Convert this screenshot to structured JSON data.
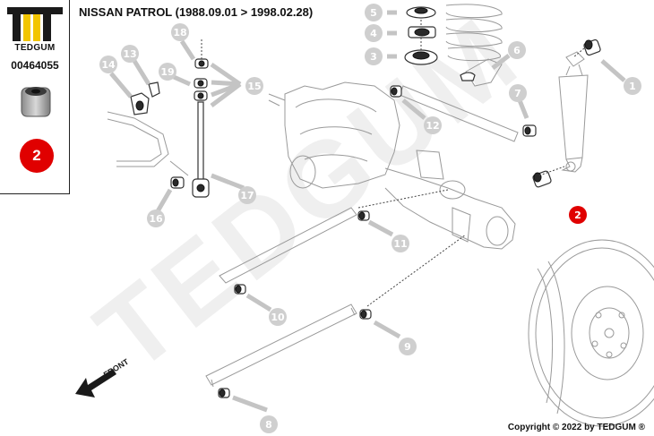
{
  "brand": {
    "name": "TEDGUM",
    "registered_mark": "®"
  },
  "part_number": "00464055",
  "position_badge": "2",
  "title": "NISSAN PATROL  (1988.09.01 > 1998.02.28)",
  "copyright": "Copyright © 2022 by TEDGUM ®",
  "watermark": "TEDGUM",
  "direction_label": "FRONT",
  "callouts": [
    {
      "id": "1",
      "highlight": false
    },
    {
      "id": "2",
      "highlight": true
    },
    {
      "id": "3",
      "highlight": false
    },
    {
      "id": "4",
      "highlight": false
    },
    {
      "id": "5",
      "highlight": false
    },
    {
      "id": "6",
      "highlight": false
    },
    {
      "id": "7",
      "highlight": false
    },
    {
      "id": "8",
      "highlight": false
    },
    {
      "id": "9",
      "highlight": false
    },
    {
      "id": "10",
      "highlight": false
    },
    {
      "id": "11",
      "highlight": false
    },
    {
      "id": "12",
      "highlight": false
    },
    {
      "id": "13",
      "highlight": false
    },
    {
      "id": "14",
      "highlight": false
    },
    {
      "id": "15",
      "highlight": false
    },
    {
      "id": "16",
      "highlight": false
    },
    {
      "id": "17",
      "highlight": false
    },
    {
      "id": "18",
      "highlight": false
    },
    {
      "id": "19",
      "highlight": false
    }
  ],
  "colors": {
    "accent": "#e00000",
    "callout": "#cfcfcf",
    "logo_yellow": "#f2c500",
    "logo_dark": "#1a1a1a"
  }
}
